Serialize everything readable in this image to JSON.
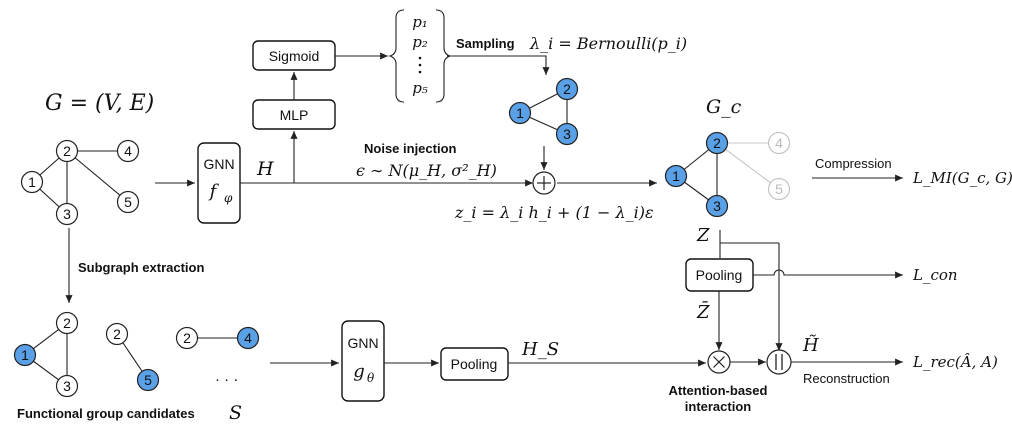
{
  "graph_label": "G = (V, E)",
  "boxes": {
    "gnn_top_title": "GNN",
    "gnn_top_fn": "f",
    "gnn_top_sub": "φ",
    "mlp": "MLP",
    "sigmoid": "Sigmoid",
    "pooling_right": "Pooling",
    "gnn_bottom_title": "GNN",
    "gnn_bottom_fn": "g",
    "gnn_bottom_sub": "θ",
    "pooling_bottom": "Pooling"
  },
  "labels": {
    "H": "H",
    "noise_title": "Noise injection",
    "noise_eq": "ϵ ∼ N(μ_H, σ²_H)",
    "sampling_title": "Sampling",
    "sampling_eq": "λ_i = Bernoulli(p_i)",
    "p1": "p₁",
    "p2": "p₂",
    "p5": "p₅",
    "z_eq": "z_i = λ_i h_i + (1 − λ_i)ε",
    "Gc": "G_c",
    "compression": "Compression",
    "L_MI": "L_MI(G_c, G)",
    "Z": "Z",
    "Zbar": "Z̄",
    "L_con": "L_con",
    "Htilde": "H̃",
    "reconstruction": "Reconstruction",
    "L_rec": "L_rec(Â, A)",
    "HS": "H_S",
    "attention1": "Attention-based",
    "attention2": "interaction",
    "subgraph_extraction": "Subgraph extraction",
    "func_group": "Functional group candidates",
    "S": "S",
    "ellipsis": "· · ·"
  },
  "nodes": {
    "main": [
      "1",
      "2",
      "3",
      "4",
      "5"
    ],
    "sampled": [
      "1",
      "2",
      "3"
    ],
    "gc": [
      "1",
      "2",
      "3",
      "4",
      "5"
    ],
    "candA": [
      "1",
      "2",
      "3"
    ],
    "candB": [
      "2",
      "5"
    ],
    "candC": [
      "2",
      "4"
    ]
  },
  "colors": {
    "highlight": "#5aa0e6",
    "faded": "#c4c4c4",
    "stroke": "#222222"
  }
}
